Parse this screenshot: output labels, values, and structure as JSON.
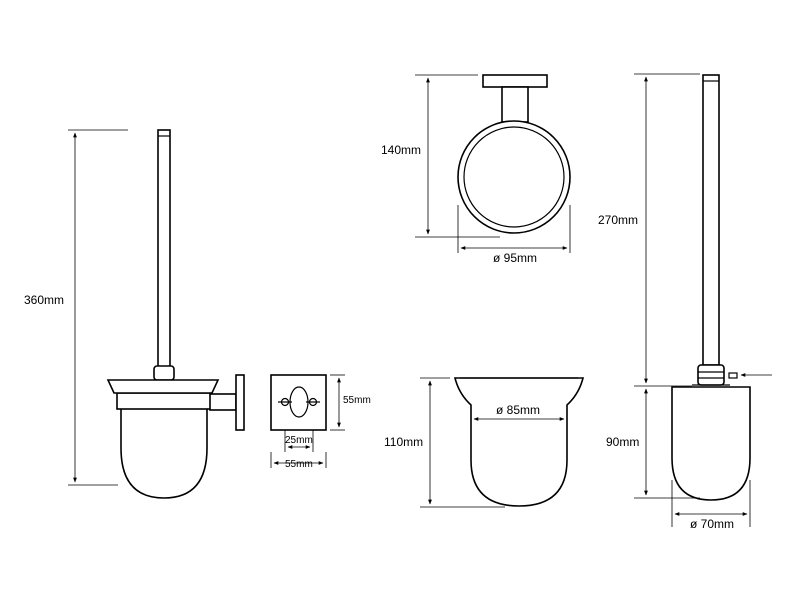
{
  "dimensions": {
    "total_height": "360mm",
    "plate_height": "55mm",
    "plate_hole_spacing": "25mm",
    "plate_width": "55mm",
    "holder_height": "140mm",
    "ring_diameter": "ø 95mm",
    "brush_length": "270mm",
    "cup_height": "110mm",
    "cup_diameter": "ø 85mm",
    "head_height": "90mm",
    "head_diameter": "ø 70mm"
  },
  "colors": {
    "line": "#000000",
    "background": "#ffffff"
  }
}
